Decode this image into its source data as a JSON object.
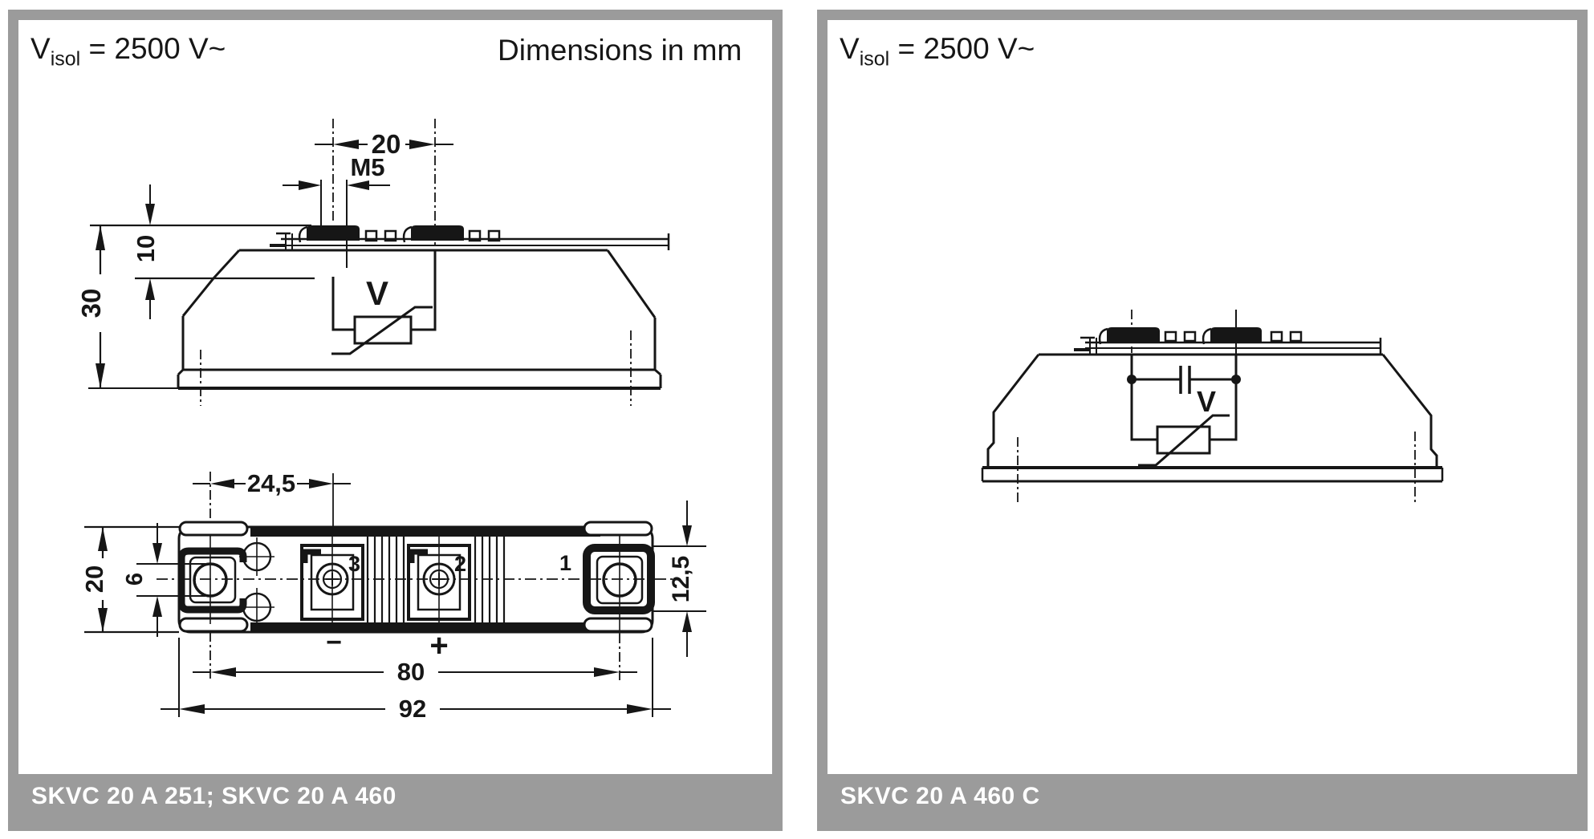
{
  "colors": {
    "page_background": "#ffffff",
    "panel_border_gray": "#9b9b9b",
    "footer_bar_gray": "#9b9b9b",
    "footer_text": "#ffffff",
    "line_art": "#161616"
  },
  "left_panel": {
    "header": {
      "symbol_main": "V",
      "symbol_sub": "isol",
      "value": " = 2500 V~",
      "note": "Dimensions in mm"
    },
    "footer_label": "SKVC 20 A 251; SKVC 20 A 460",
    "side_view": {
      "dim_terminal_spacing": "20",
      "dim_thread": "M5",
      "dim_terminal_height": "10",
      "dim_total_height": "30",
      "varistor_label": "V"
    },
    "plan_view": {
      "dim_hole_to_terminal": "24,5",
      "dim_body_width": "20",
      "dim_slot_width": "6",
      "dim_tab_height": "12,5",
      "dim_hole_spacing": "80",
      "dim_total_length": "92",
      "terminal_3": "3",
      "terminal_2": "2",
      "terminal_1": "1",
      "polarity_minus": "−",
      "polarity_plus": "+"
    }
  },
  "right_panel": {
    "header": {
      "symbol_main": "V",
      "symbol_sub": "isol",
      "value": " = 2500 V~"
    },
    "footer_label": "SKVC 20 A 460 C",
    "side_view": {
      "varistor_label": "V"
    }
  }
}
